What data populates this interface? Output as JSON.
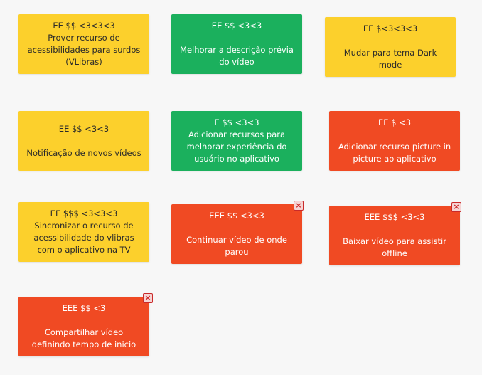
{
  "cards": [
    {
      "rating": "EE  $$ <3<3<3",
      "text": "Prover recurso de acessibilidades para surdos (VLibras)"
    },
    {
      "rating": "EE $$ <3<3",
      "text": "Melhorar a descrição prévia do vídeo"
    },
    {
      "rating": "EE $<3<3<3",
      "text": "Mudar para tema Dark mode"
    },
    {
      "rating": "EE  $$ <3<3",
      "text": "Notificação de novos vídeos"
    },
    {
      "rating": "E  $$ <3<3",
      "text": "Adicionar recursos para melhorar experiência do usuário no aplicativo"
    },
    {
      "rating": "EE $ <3",
      "text": "Adicionar recurso picture in picture ao aplicativo"
    },
    {
      "rating": "EE  $$$ <3<3<3",
      "text": "Sincronizar o recurso de acessibilidade do vlibras com o aplicativo na TV"
    },
    {
      "rating": "EEE $$ <3<3",
      "text": "Continuar vídeo de onde parou"
    },
    {
      "rating": "EEE $$$ <3<3",
      "text": "Baixar vídeo para assistir offline"
    },
    {
      "rating": "EEE $$ <3",
      "text": "Compartilhar vídeo definindo tempo de inicio"
    }
  ],
  "close_icon": "×",
  "colors": {
    "yellow": "#fcd02c",
    "green": "#1bb05d",
    "red": "#f04a23"
  }
}
